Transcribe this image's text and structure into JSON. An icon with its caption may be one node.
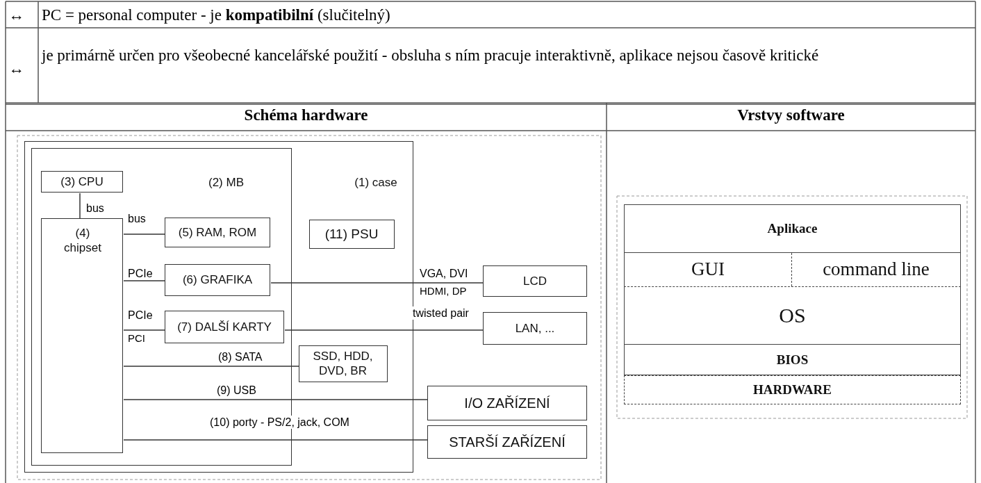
{
  "diagram": {
    "nodes": [
      {
        "text": [
          "(1) case"
        ]
      },
      {
        "text": [
          "(2)  MB"
        ],
        "in": 0
      },
      {
        "text": [
          "(3) CPU"
        ],
        "in": 1
      },
      {
        "text": [
          "(4) chipset"
        ],
        "in": 1
      },
      {
        "text": [
          "(5) RAM, ROM"
        ],
        "in": 1
      },
      {
        "text": [
          "(6)  GRAFIKA"
        ],
        "in": 1
      },
      {
        "text": [
          "(7) DALŠÍ KARTY"
        ],
        "in": 1
      },
      {
        "text": [
          "(11)  PSU"
        ],
        "in": 0
      },
      {
        "text": [
          "SSD, HDD, DVD, BR"
        ],
        "in": 0
      },
      {
        "text": [
          "LCD"
        ]
      },
      {
        "text": [
          "LAN, ..."
        ]
      },
      {
        "text": [
          "I/O ZAŘÍZENÍ"
        ]
      },
      {
        "text": [
          "STARŠÍ ZAŘÍZENÍ"
        ]
      },
      {
        "text": [
          "Aplikace"
        ]
      },
      {
        "text": [
          "GUI"
        ]
      },
      {
        "text": [
          "command line"
        ]
      },
      {
        "text": [
          "OS"
        ]
      },
      {
        "text": [
          "BIOS"
        ]
      },
      {
        "text": [
          "HARDWARE"
        ]
      }
    ],
    "edges": [
      {
        "from": 2,
        "to": 3,
        "arrow": "none",
        "label": "bus"
      },
      {
        "from": 3,
        "to": 4,
        "arrow": "none",
        "label": "bus"
      },
      {
        "from": 3,
        "to": 5,
        "arrow": "none",
        "label": "PCIe"
      },
      {
        "from": 5,
        "to": 9,
        "arrow": "none",
        "label": "VGA, DVI"
      },
      {
        "from": 3,
        "to": 6,
        "arrow": "none",
        "label": "PCIe"
      },
      {
        "from": 6,
        "to": 10,
        "arrow": "none",
        "label": "twisted pair"
      },
      {
        "from": 3,
        "to": 8,
        "arrow": "none",
        "label": "(8) SATA"
      },
      {
        "from": 3,
        "to": 11,
        "arrow": "none",
        "label": "(9) USB"
      },
      {
        "from": 3,
        "to": 12,
        "arrow": "none",
        "label": "(10) porty - PS/2, jack, COM"
      }
    ],
    "labels": [
      "↔",
      "PC = personal computer - je **kompatibilní** (slučitelný)",
      "↔",
      "je primárně určen pro všeobecné kancelářské použití - obsluha s ním pracuje interaktivně, aplikace nejsou časově kritické",
      "Schéma hardware",
      "Vrstvy software",
      "PCI",
      "HDMI, DP"
    ]
  }
}
